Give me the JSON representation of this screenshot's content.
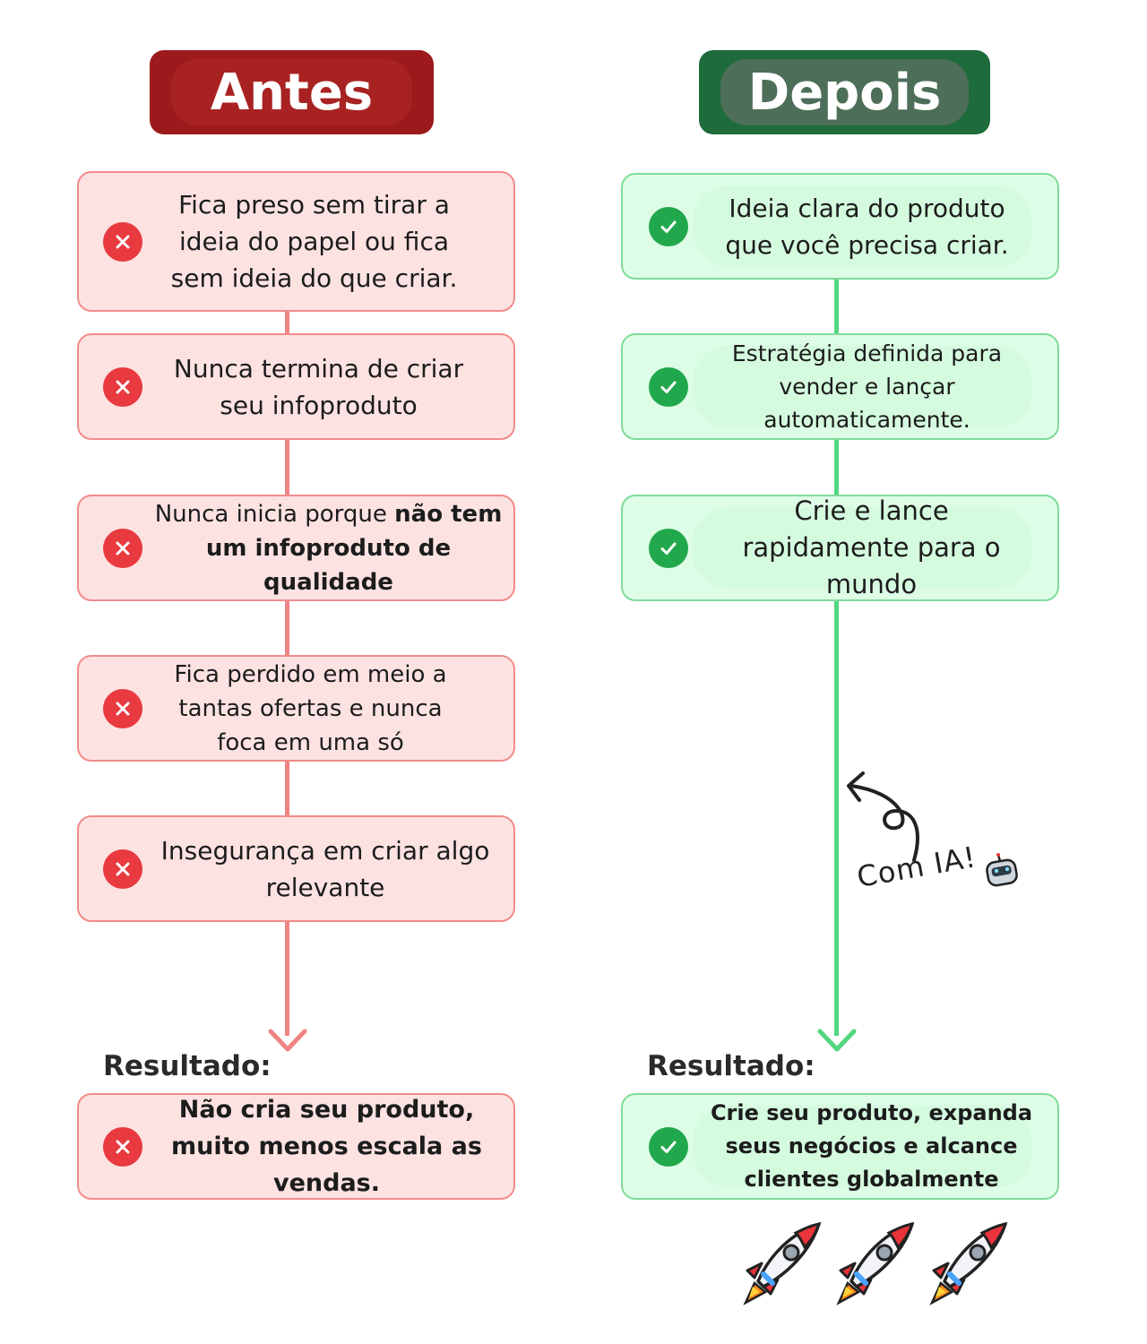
{
  "antes": {
    "title": "Antes",
    "items": [
      "Fica preso sem tirar a ideia do papel ou fica sem ideia do que criar.",
      "Nunca termina de criar seu infoproduto",
      {
        "pre": "Nunca inicia porque ",
        "bold": "não tem um infoproduto de qualidade"
      },
      "Fica perdido em meio a tantas ofertas e nunca foca em uma só",
      "Insegurança em criar algo relevante"
    ],
    "result_label": "Resultado:",
    "result_text": "Não cria seu produto, muito menos escala as vendas."
  },
  "depois": {
    "title": "Depois",
    "items": [
      "Ideia clara do produto que você precisa criar.",
      "Estratégia definida para vender e lançar automaticamente.",
      "Crie e lance rapidamente para o mundo"
    ],
    "annotation": "Com IA!",
    "result_label": "Resultado:",
    "result_text": "Crie seu produto, expanda seus negócios e alcance clientes globalmente"
  },
  "icons": {
    "negative": "x-circle-icon",
    "positive": "check-circle-icon",
    "annotation": "robot-icon",
    "decoration": "rocket-icon"
  },
  "colors": {
    "antes_header": "#9c1a1c",
    "depois_header": "#1e6b3b",
    "red_card": "#fde2e2",
    "green_card": "#defde6",
    "red_line": "#ef8484",
    "green_line": "#52d67f"
  }
}
